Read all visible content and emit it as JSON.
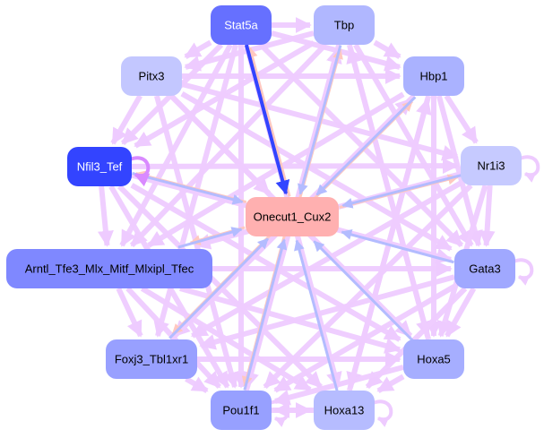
{
  "diagram": {
    "type": "directed-network",
    "title": "",
    "nodes": [
      {
        "id": "Stat5a",
        "label": "Stat5a",
        "fill": "#6670ff",
        "text_color": "#ffffff"
      },
      {
        "id": "Tbp",
        "label": "Tbp",
        "fill": "#b0b7ff",
        "text_color": "#000000"
      },
      {
        "id": "Pitx3",
        "label": "Pitx3",
        "fill": "#c3c7ff",
        "text_color": "#000000"
      },
      {
        "id": "Hbp1",
        "label": "Hbp1",
        "fill": "#aab2ff",
        "text_color": "#000000"
      },
      {
        "id": "Nfil3_Tef",
        "label": "Nfil3_Tef",
        "fill": "#3344ff",
        "text_color": "#ffffff"
      },
      {
        "id": "Nr1i3",
        "label": "Nr1i3",
        "fill": "#c6caff",
        "text_color": "#000000"
      },
      {
        "id": "Onecut1_Cux2",
        "label": "Onecut1_Cux2",
        "fill": "#ffb0b0",
        "text_color": "#000000"
      },
      {
        "id": "Arntl_Tfe3_Mlx_Mitf_Mlxipl_Tfec",
        "label": "Arntl_Tfe3_Mlx_Mitf_Mlxipl_Tfec",
        "fill": "#7f88ff",
        "text_color": "#000000"
      },
      {
        "id": "Gata3",
        "label": "Gata3",
        "fill": "#a0a8ff",
        "text_color": "#000000"
      },
      {
        "id": "Foxj3_Tbl1xr1",
        "label": "Foxj3_Tbl1xr1",
        "fill": "#98a0ff",
        "text_color": "#000000"
      },
      {
        "id": "Hoxa5",
        "label": "Hoxa5",
        "fill": "#a6aeff",
        "text_color": "#000000"
      },
      {
        "id": "Pou1f1",
        "label": "Pou1f1",
        "fill": "#97a0ff",
        "text_color": "#000000"
      },
      {
        "id": "Hoxa13",
        "label": "Hoxa13",
        "fill": "#b6bcff",
        "text_color": "#000000"
      }
    ],
    "edge_colors": {
      "regulation": "#eecbff",
      "to_target": "#b3bcff",
      "from_target": "#ffc8c0",
      "strong": "#3344ff",
      "self_loop_dark": "#d98aff"
    },
    "edges": [
      {
        "from": "Stat5a",
        "to": "Onecut1_Cux2",
        "kind": "strong"
      },
      {
        "from": "Tbp",
        "to": "Onecut1_Cux2",
        "kind": "to_target"
      },
      {
        "from": "Hbp1",
        "to": "Onecut1_Cux2",
        "kind": "to_target"
      },
      {
        "from": "Nr1i3",
        "to": "Onecut1_Cux2",
        "kind": "to_target"
      },
      {
        "from": "Gata3",
        "to": "Onecut1_Cux2",
        "kind": "to_target"
      },
      {
        "from": "Hoxa5",
        "to": "Onecut1_Cux2",
        "kind": "to_target"
      },
      {
        "from": "Hoxa13",
        "to": "Onecut1_Cux2",
        "kind": "to_target"
      },
      {
        "from": "Pou1f1",
        "to": "Onecut1_Cux2",
        "kind": "to_target"
      },
      {
        "from": "Foxj3_Tbl1xr1",
        "to": "Onecut1_Cux2",
        "kind": "to_target"
      },
      {
        "from": "Arntl_Tfe3_Mlx_Mitf_Mlxipl_Tfec",
        "to": "Onecut1_Cux2",
        "kind": "to_target"
      },
      {
        "from": "Nfil3_Tef",
        "to": "Onecut1_Cux2",
        "kind": "to_target"
      },
      {
        "from": "Pitx3",
        "to": "Onecut1_Cux2",
        "kind": "regulation"
      },
      {
        "from": "Onecut1_Cux2",
        "to": "Stat5a",
        "kind": "from_target"
      },
      {
        "from": "Onecut1_Cux2",
        "to": "Tbp",
        "kind": "from_target"
      },
      {
        "from": "Onecut1_Cux2",
        "to": "Hbp1",
        "kind": "from_target"
      },
      {
        "from": "Onecut1_Cux2",
        "to": "Nr1i3",
        "kind": "from_target"
      },
      {
        "from": "Onecut1_Cux2",
        "to": "Nfil3_Tef",
        "kind": "from_target"
      },
      {
        "from": "Onecut1_Cux2",
        "to": "Arntl_Tfe3_Mlx_Mitf_Mlxipl_Tfec",
        "kind": "from_target"
      },
      {
        "from": "Onecut1_Cux2",
        "to": "Pou1f1",
        "kind": "from_target"
      },
      {
        "from": "Onecut1_Cux2",
        "to": "Foxj3_Tbl1xr1",
        "kind": "from_target"
      },
      {
        "from": "Stat5a",
        "to": "Tbp",
        "kind": "regulation"
      },
      {
        "from": "Stat5a",
        "to": "Hbp1",
        "kind": "regulation"
      },
      {
        "from": "Stat5a",
        "to": "Pitx3",
        "kind": "regulation"
      },
      {
        "from": "Stat5a",
        "to": "Nfil3_Tef",
        "kind": "regulation"
      },
      {
        "from": "Stat5a",
        "to": "Arntl_Tfe3_Mlx_Mitf_Mlxipl_Tfec",
        "kind": "regulation"
      },
      {
        "from": "Stat5a",
        "to": "Pou1f1",
        "kind": "regulation"
      },
      {
        "from": "Stat5a",
        "to": "Hoxa13",
        "kind": "regulation"
      },
      {
        "from": "Stat5a",
        "to": "Gata3",
        "kind": "regulation"
      },
      {
        "from": "Stat5a",
        "to": "Foxj3_Tbl1xr1",
        "kind": "regulation"
      },
      {
        "from": "Tbp",
        "to": "Hbp1",
        "kind": "regulation"
      },
      {
        "from": "Tbp",
        "to": "Pitx3",
        "kind": "regulation"
      },
      {
        "from": "Tbp",
        "to": "Arntl_Tfe3_Mlx_Mitf_Mlxipl_Tfec",
        "kind": "regulation"
      },
      {
        "from": "Tbp",
        "to": "Pou1f1",
        "kind": "regulation"
      },
      {
        "from": "Tbp",
        "to": "Hoxa5",
        "kind": "regulation"
      },
      {
        "from": "Tbp",
        "to": "Gata3",
        "kind": "regulation"
      },
      {
        "from": "Tbp",
        "to": "Nfil3_Tef",
        "kind": "regulation"
      },
      {
        "from": "Pitx3",
        "to": "Nfil3_Tef",
        "kind": "regulation"
      },
      {
        "from": "Pitx3",
        "to": "Hbp1",
        "kind": "regulation"
      },
      {
        "from": "Pitx3",
        "to": "Nr1i3",
        "kind": "regulation"
      },
      {
        "from": "Pitx3",
        "to": "Pou1f1",
        "kind": "regulation"
      },
      {
        "from": "Pitx3",
        "to": "Hoxa5",
        "kind": "regulation"
      },
      {
        "from": "Pitx3",
        "to": "Gata3",
        "kind": "regulation"
      },
      {
        "from": "Hbp1",
        "to": "Nr1i3",
        "kind": "regulation"
      },
      {
        "from": "Hbp1",
        "to": "Gata3",
        "kind": "regulation"
      },
      {
        "from": "Hbp1",
        "to": "Hoxa5",
        "kind": "regulation"
      },
      {
        "from": "Hbp1",
        "to": "Hoxa13",
        "kind": "regulation"
      },
      {
        "from": "Hbp1",
        "to": "Foxj3_Tbl1xr1",
        "kind": "regulation"
      },
      {
        "from": "Hbp1",
        "to": "Arntl_Tfe3_Mlx_Mitf_Mlxipl_Tfec",
        "kind": "regulation"
      },
      {
        "from": "Nfil3_Tef",
        "to": "Nr1i3",
        "kind": "regulation"
      },
      {
        "from": "Nfil3_Tef",
        "to": "Arntl_Tfe3_Mlx_Mitf_Mlxipl_Tfec",
        "kind": "regulation"
      },
      {
        "from": "Nfil3_Tef",
        "to": "Gata3",
        "kind": "regulation"
      },
      {
        "from": "Nfil3_Tef",
        "to": "Hoxa5",
        "kind": "regulation"
      },
      {
        "from": "Nfil3_Tef",
        "to": "Pou1f1",
        "kind": "regulation"
      },
      {
        "from": "Nfil3_Tef",
        "to": "Hoxa13",
        "kind": "regulation"
      },
      {
        "from": "Nr1i3",
        "to": "Gata3",
        "kind": "regulation"
      },
      {
        "from": "Nr1i3",
        "to": "Hoxa5",
        "kind": "regulation"
      },
      {
        "from": "Nr1i3",
        "to": "Arntl_Tfe3_Mlx_Mitf_Mlxipl_Tfec",
        "kind": "regulation"
      },
      {
        "from": "Nr1i3",
        "to": "Pou1f1",
        "kind": "regulation"
      },
      {
        "from": "Nr1i3",
        "to": "Foxj3_Tbl1xr1",
        "kind": "regulation"
      },
      {
        "from": "Arntl_Tfe3_Mlx_Mitf_Mlxipl_Tfec",
        "to": "Gata3",
        "kind": "regulation"
      },
      {
        "from": "Arntl_Tfe3_Mlx_Mitf_Mlxipl_Tfec",
        "to": "Foxj3_Tbl1xr1",
        "kind": "regulation"
      },
      {
        "from": "Arntl_Tfe3_Mlx_Mitf_Mlxipl_Tfec",
        "to": "Pou1f1",
        "kind": "regulation"
      },
      {
        "from": "Arntl_Tfe3_Mlx_Mitf_Mlxipl_Tfec",
        "to": "Hoxa5",
        "kind": "regulation"
      },
      {
        "from": "Arntl_Tfe3_Mlx_Mitf_Mlxipl_Tfec",
        "to": "Hoxa13",
        "kind": "regulation"
      },
      {
        "from": "Gata3",
        "to": "Hoxa5",
        "kind": "regulation"
      },
      {
        "from": "Gata3",
        "to": "Pou1f1",
        "kind": "regulation"
      },
      {
        "from": "Gata3",
        "to": "Foxj3_Tbl1xr1",
        "kind": "regulation"
      },
      {
        "from": "Gata3",
        "to": "Hoxa13",
        "kind": "regulation"
      },
      {
        "from": "Foxj3_Tbl1xr1",
        "to": "Pou1f1",
        "kind": "regulation"
      },
      {
        "from": "Foxj3_Tbl1xr1",
        "to": "Hoxa5",
        "kind": "regulation"
      },
      {
        "from": "Foxj3_Tbl1xr1",
        "to": "Hbp1",
        "kind": "regulation"
      },
      {
        "from": "Hoxa5",
        "to": "Hoxa13",
        "kind": "regulation"
      },
      {
        "from": "Hoxa5",
        "to": "Pou1f1",
        "kind": "regulation"
      },
      {
        "from": "Pou1f1",
        "to": "Hoxa13",
        "kind": "regulation"
      },
      {
        "from": "Hoxa13",
        "to": "Pou1f1",
        "kind": "regulation"
      },
      {
        "from": "Pou1f1",
        "to": "Tbp",
        "kind": "regulation"
      },
      {
        "from": "Hoxa13",
        "to": "Hbp1",
        "kind": "regulation"
      },
      {
        "from": "Hoxa5",
        "to": "Tbp",
        "kind": "regulation"
      }
    ],
    "self_loops": [
      "Nr1i3",
      "Gata3",
      "Hoxa13",
      "Nfil3_Tef",
      "Pou1f1"
    ]
  }
}
